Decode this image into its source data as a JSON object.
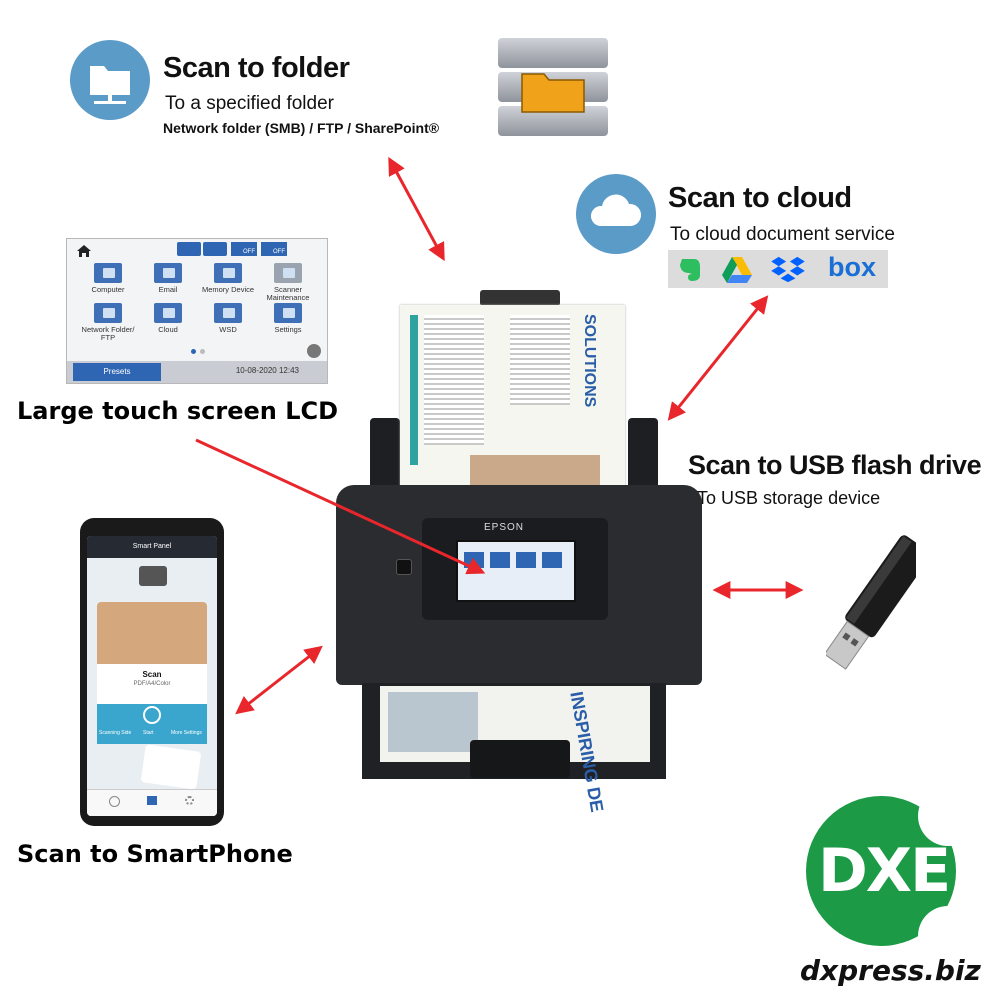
{
  "folder": {
    "title": "Scan to folder",
    "subtitle": "To a specified folder",
    "detail": "Network folder (SMB) / FTP / SharePoint®",
    "icon": "network-folder-icon"
  },
  "cloud": {
    "title": "Scan to cloud",
    "subtitle": "To cloud document service",
    "services": [
      "evernote-icon",
      "google-drive-icon",
      "dropbox-icon",
      "box"
    ],
    "box_label": "box"
  },
  "touch_screen": {
    "caption": "Large touch screen LCD",
    "tiles": [
      "Computer",
      "Email",
      "Memory Device",
      "Scanner Maintenance",
      "Network Folder/ FTP",
      "Cloud",
      "WSD",
      "Settings"
    ],
    "presets_label": "Presets",
    "timestamp": "10-08-2020 12:43",
    "off_labels": [
      "OFF",
      "OFF"
    ]
  },
  "usb": {
    "title": "Scan to USB flash drive",
    "subtitle": "To USB storage device"
  },
  "smartphone": {
    "caption": "Scan to SmartPhone",
    "app_title": "Smart Panel",
    "scan_label": "Scan",
    "scan_detail": "PDF/A4/Color",
    "scanning_side": "Scanning Side",
    "start": "Start",
    "more_settings": "More Settings"
  },
  "scanner": {
    "brand": "EPSON",
    "paper_text": "SOLUTIONS",
    "output_text": "INSPIRING DE"
  },
  "logo": {
    "mark": "DXE",
    "site": "dxpress.biz"
  },
  "colors": {
    "accent_blue": "#5b9bc8",
    "arrow_red": "#e8262b",
    "logo_green": "#1c9a46"
  }
}
